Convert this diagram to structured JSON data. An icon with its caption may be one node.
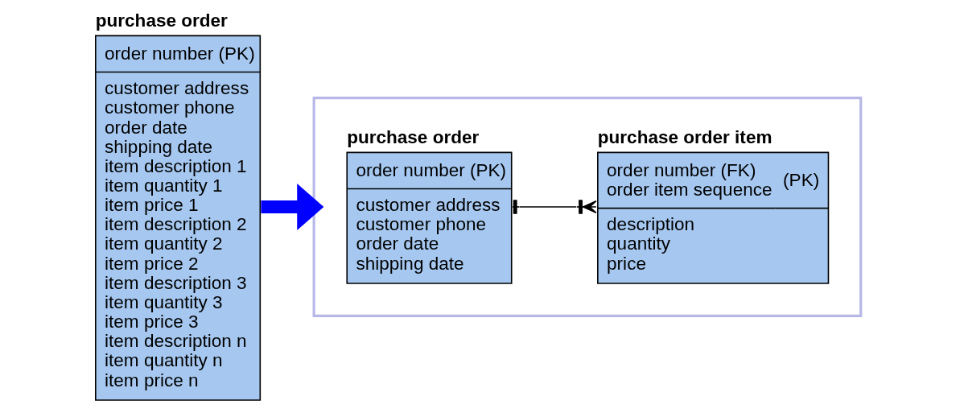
{
  "diagram": {
    "nodes": [
      {
        "text": [
          "purchase order",
          "order number (PK)",
          "customer address",
          "customer phone",
          "order date",
          "shipping date",
          "item description 1",
          "item quantity 1",
          "item price 1",
          "item description 2",
          "item quantity 2",
          "item price 2",
          "item description 3",
          "item quantity 3",
          "item price 3",
          "item description n",
          "item quantity n",
          "item price n"
        ]
      },
      {
        "text": [],
        "shape": "box"
      },
      {
        "text": [
          "purchase order",
          "order number (PK)",
          "customer address",
          "customer phone",
          "order date",
          "shipping date"
        ],
        "in": 1
      },
      {
        "text": [
          "purchase order item",
          "order number (FK)",
          "order item sequence",
          "(PK)",
          "description",
          "quantity",
          "price"
        ],
        "in": 1
      }
    ],
    "edges": [
      {
        "from": 0,
        "to": 1,
        "arrow": "to",
        "style": "thick",
        "color": "#0000ff"
      },
      {
        "from": 2,
        "to": 3,
        "arrow": "other",
        "color": "#000000"
      }
    ]
  }
}
